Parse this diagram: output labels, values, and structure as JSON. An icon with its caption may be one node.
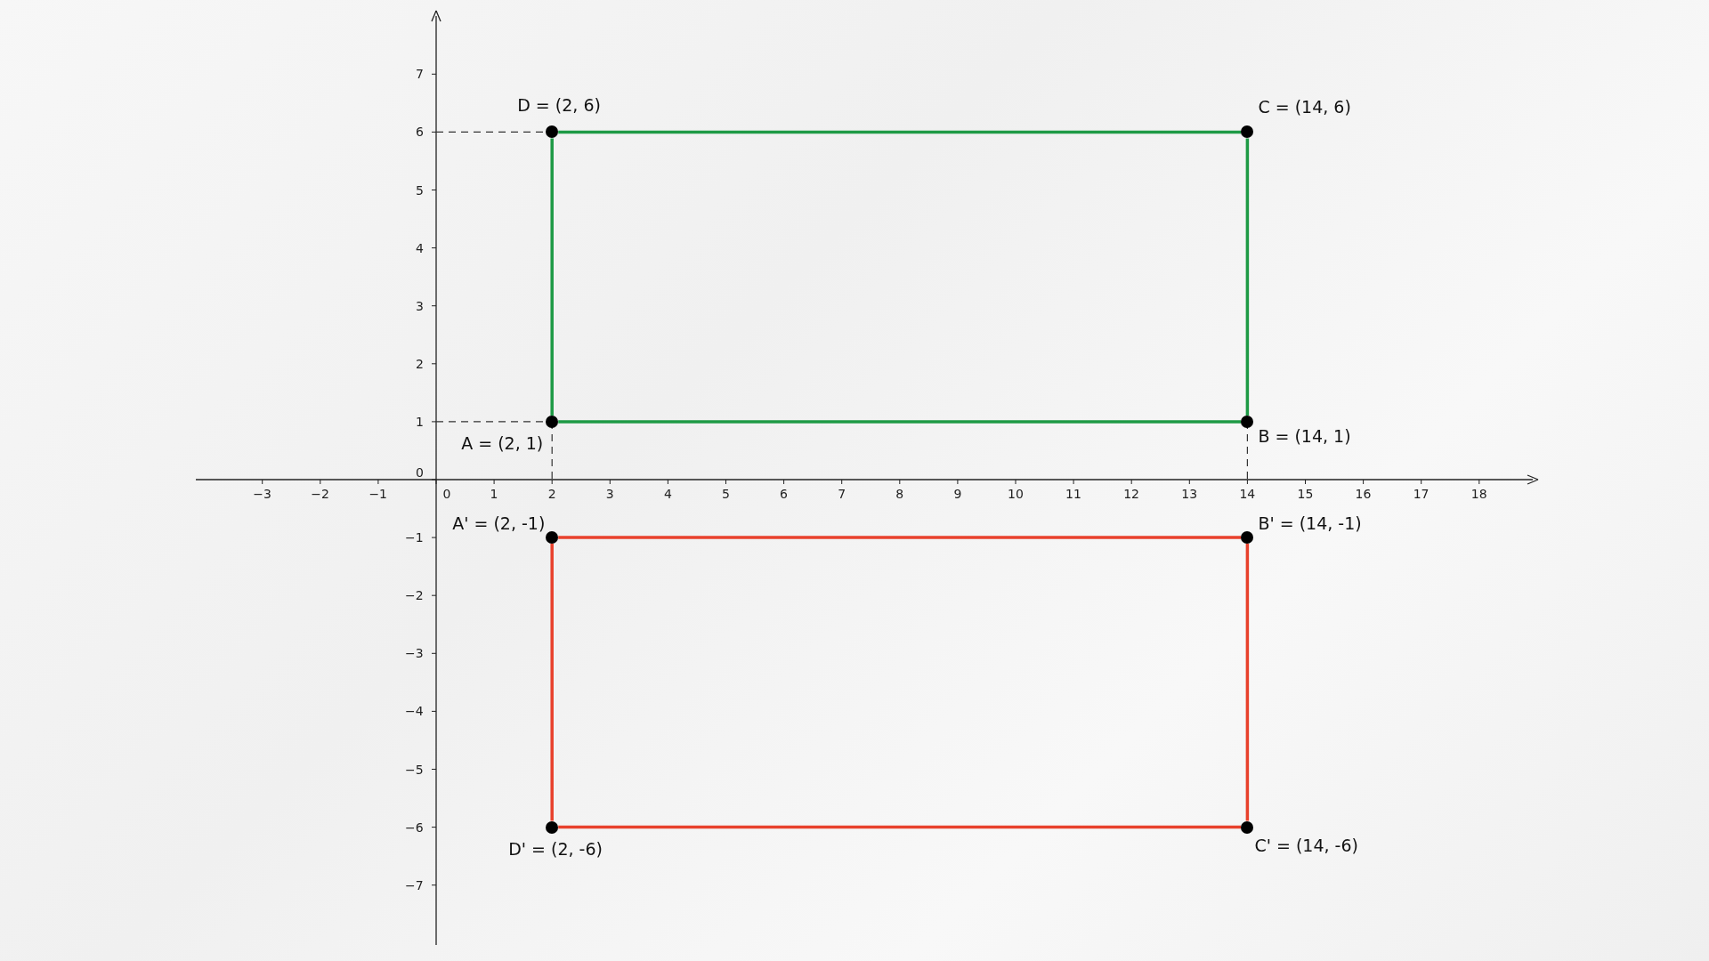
{
  "diagram": {
    "nodes": [
      {
        "text": [],
        "shape": "circle",
        "beside": [
          "D = (2, 6)"
        ]
      },
      {
        "text": [],
        "shape": "circle",
        "beside": [
          "C = (14, 6)"
        ]
      },
      {
        "text": [],
        "shape": "circle",
        "beside": [
          "A = (2, 1)"
        ]
      },
      {
        "text": [],
        "shape": "circle",
        "beside": [
          "B = (14, 1)"
        ]
      },
      {
        "text": [],
        "shape": "circle",
        "beside": [
          "A' = (2, -1)"
        ]
      },
      {
        "text": [],
        "shape": "circle",
        "beside": [
          "B' = (14, -1)"
        ]
      },
      {
        "text": [],
        "shape": "circle",
        "beside": [
          "D' = (2, -6)"
        ]
      },
      {
        "text": [],
        "shape": "circle",
        "beside": [
          "C' = (14, -6)"
        ]
      }
    ],
    "edges": [
      {
        "from": 0,
        "to": 1,
        "arrow": "none",
        "color": "#1e9a45"
      },
      {
        "from": 1,
        "to": 3,
        "arrow": "none",
        "color": "#1e9a45"
      },
      {
        "from": 3,
        "to": 2,
        "arrow": "none",
        "color": "#1e9a45"
      },
      {
        "from": 2,
        "to": 0,
        "arrow": "none",
        "color": "#1e9a45"
      },
      {
        "from": 4,
        "to": 5,
        "arrow": "none",
        "color": "#e8412c"
      },
      {
        "from": 5,
        "to": 7,
        "arrow": "none",
        "color": "#e8412c"
      },
      {
        "from": 7,
        "to": 6,
        "arrow": "none",
        "color": "#e8412c"
      },
      {
        "from": 6,
        "to": 4,
        "arrow": "none",
        "color": "#e8412c"
      }
    ],
    "labels": [
      "7",
      "6",
      "5",
      "4",
      "3",
      "2",
      "1",
      "0",
      "−3",
      "−2",
      "−1",
      "0",
      "1",
      "2",
      "3",
      "4",
      "5",
      "6",
      "7",
      "8",
      "9",
      "10",
      "11",
      "12",
      "13",
      "14",
      "15",
      "16",
      "17",
      "18",
      "−1",
      "−2",
      "−3",
      "−4",
      "−5",
      "−6",
      "−7"
    ]
  }
}
